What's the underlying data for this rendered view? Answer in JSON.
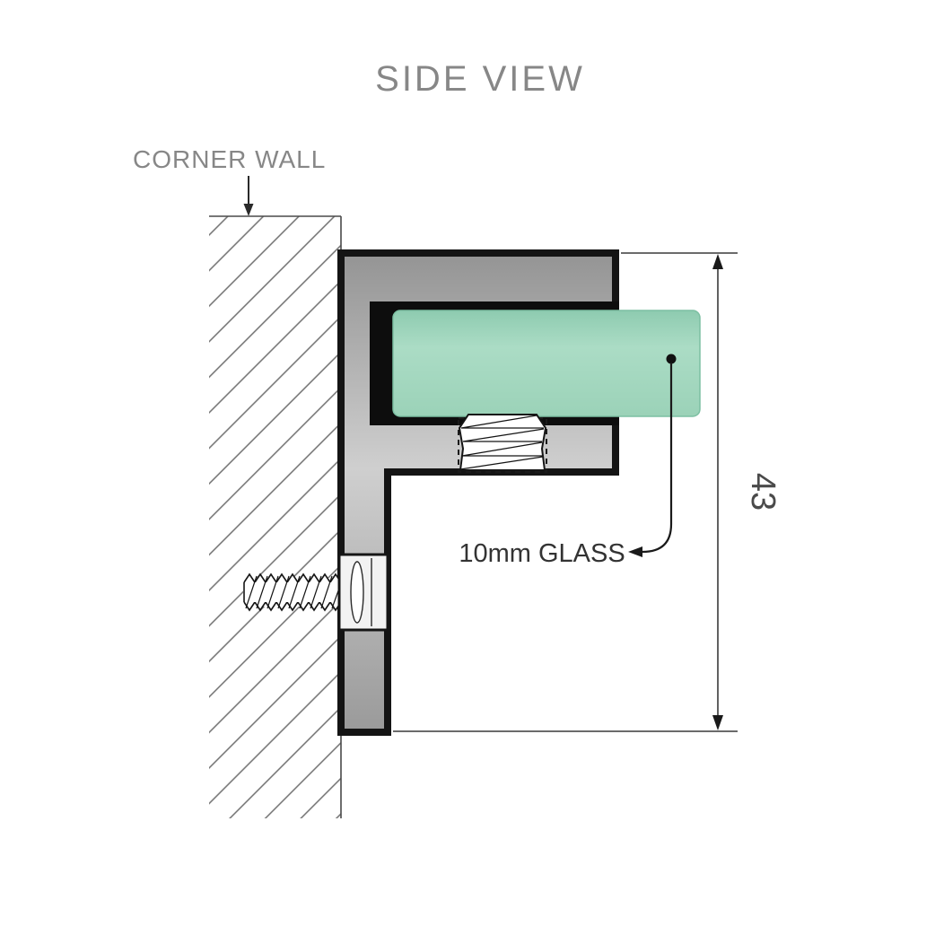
{
  "diagram": {
    "title": "SIDE VIEW",
    "wall_label": "CORNER WALL",
    "glass_label": "10mm GLASS",
    "dimension_height": "43",
    "colors": {
      "glass_fill": "#a2d5ba",
      "glass_edge": "#7cbfa2",
      "outline": "#141414",
      "hatch_line": "#6f6f6f",
      "muted_text": "#878787",
      "dark_text": "#333333",
      "dim_text": "#4a4a4a",
      "thin_line": "#3a3a3a"
    }
  }
}
